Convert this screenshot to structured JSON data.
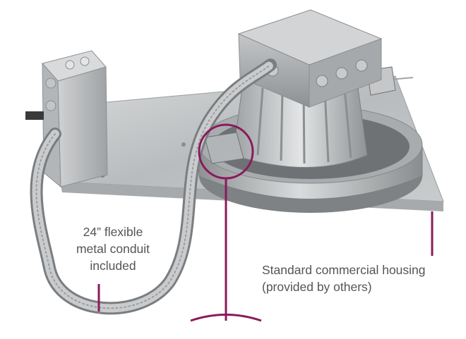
{
  "annotations": {
    "conduit": {
      "line1": "24” flexible",
      "line2": "metal conduit",
      "line3": "included"
    },
    "housing": {
      "line1": "Standard commercial housing",
      "line2": "(provided by others)"
    }
  },
  "colors": {
    "callout": "#8b1a5b",
    "label_text": "#555555",
    "background": "#ffffff"
  },
  "icons": [
    "junction-box-icon",
    "flexible-conduit-icon",
    "recessed-housing-icon"
  ]
}
